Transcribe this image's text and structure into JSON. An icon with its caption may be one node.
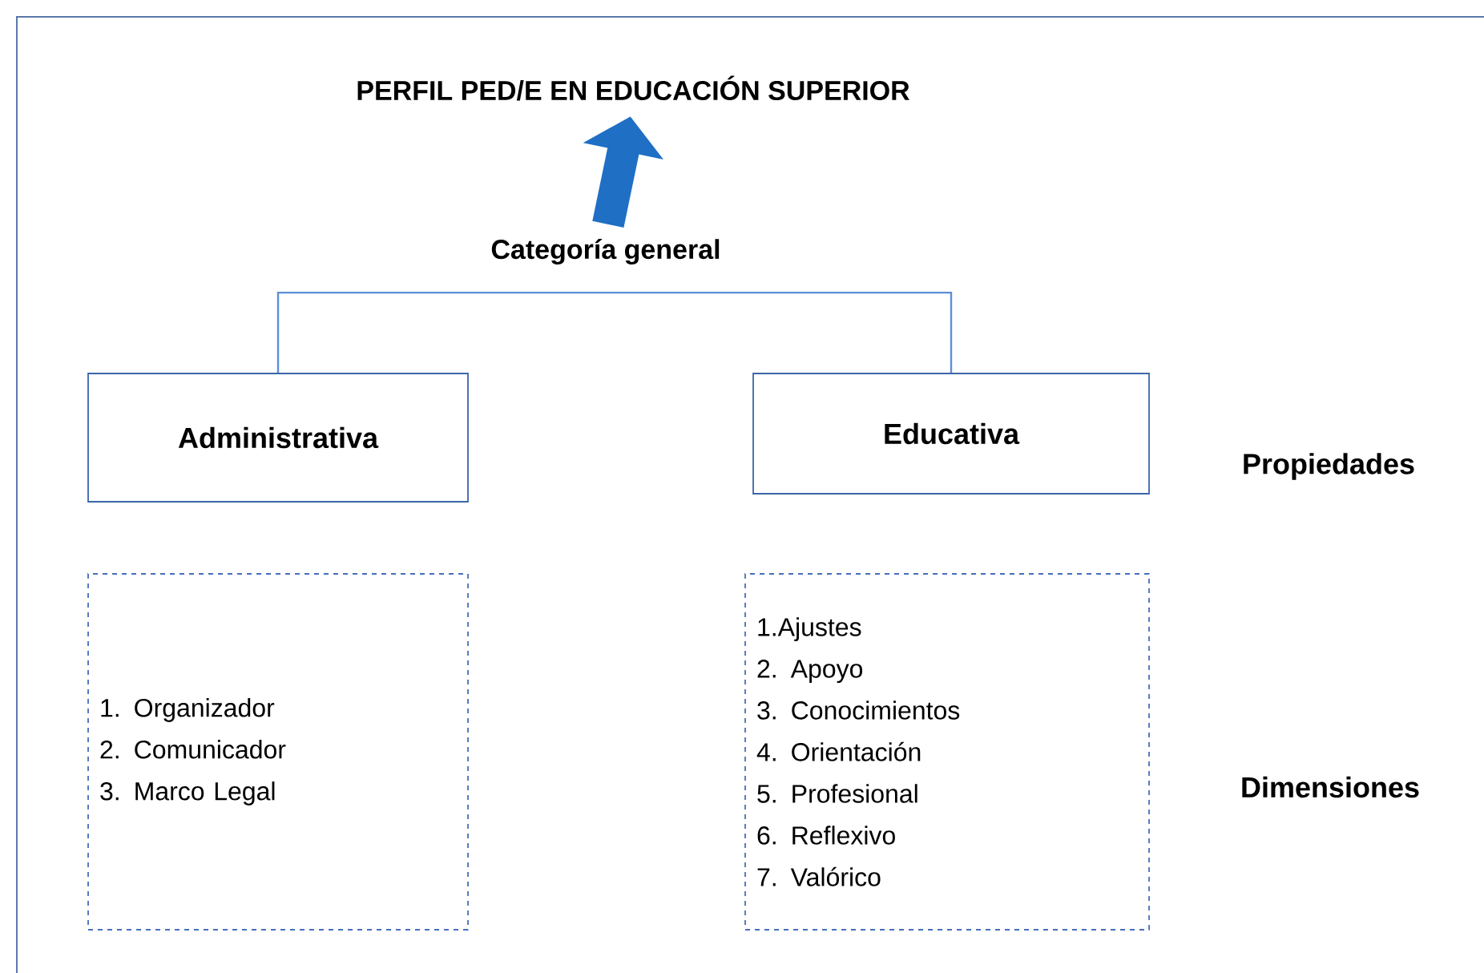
{
  "diagram": {
    "nodes": [
      {
        "text": [
          "PERFIL PED/E EN EDUCACIÓN SUPERIOR"
        ]
      },
      {
        "text": [
          "Categoría general"
        ]
      },
      {
        "text": [
          "Administrativa"
        ]
      },
      {
        "text": [
          "Educativa"
        ]
      },
      {
        "text": [
          "1. Organizador",
          "2. Comunicador",
          "3. Marco Legal"
        ]
      },
      {
        "text": [
          "1.Ajustes",
          "2. Apoyo",
          "3. Conocimientos",
          "4. Orientación",
          "5. Profesional",
          "6. Reflexivo",
          "7. Valórico"
        ]
      }
    ],
    "edges": [
      {
        "from": 1,
        "to": 0,
        "arrow": "to",
        "style": "thick",
        "color": "#1f6fc5"
      },
      {
        "from": 2,
        "to": 3,
        "arrow": "none",
        "color": "#5b8fd6"
      }
    ],
    "labels": [
      "Propiedades",
      "Dimensiones"
    ]
  }
}
